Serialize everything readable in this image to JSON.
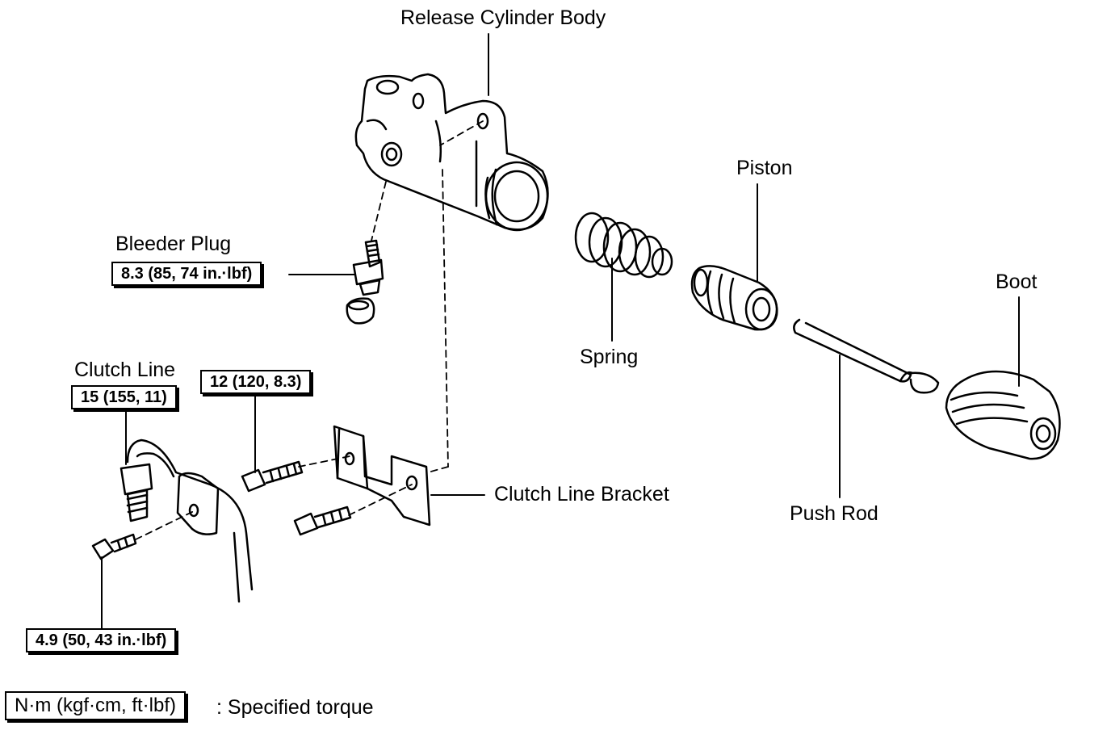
{
  "labels": {
    "release_cylinder_body": "Release Cylinder Body",
    "bleeder_plug": "Bleeder Plug",
    "piston": "Piston",
    "spring": "Spring",
    "boot": "Boot",
    "clutch_line": "Clutch Line",
    "clutch_line_bracket": "Clutch Line Bracket",
    "push_rod": "Push Rod"
  },
  "torques": {
    "bleeder_plug": "8.3 (85, 74 in.·lbf)",
    "clutch_line": "15 (155, 11)",
    "bracket_bolt": "12 (120, 8.3)",
    "line_clamp_bolt": "4.9 (50, 43 in.·lbf)"
  },
  "legend": {
    "unit_box": "N·m (kgf·cm, ft·lbf)",
    "meaning": ": Specified torque"
  }
}
